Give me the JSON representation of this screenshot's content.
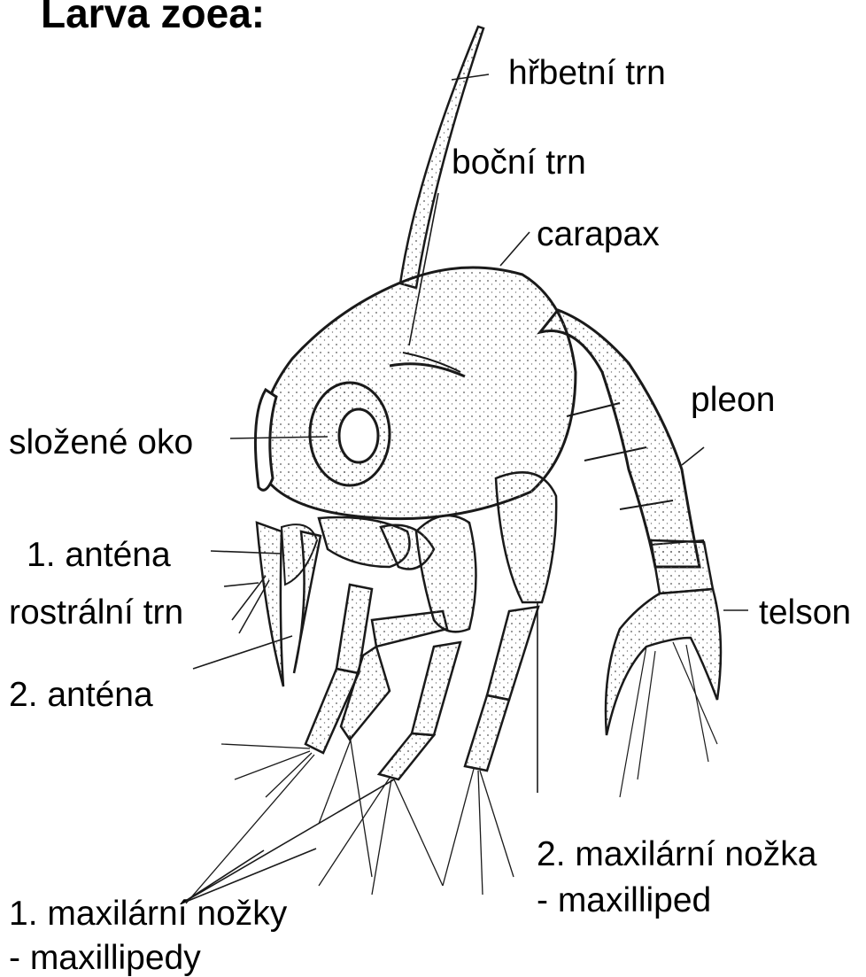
{
  "title": "Larva zoea:",
  "labels": {
    "dorsal_spine": "hřbetní trn",
    "lateral_spine": "boční trn",
    "carapace": "carapax",
    "pleon": "pleon",
    "compound_eye": "složené oko",
    "antenna1": "1. anténa",
    "rostral_spine": "rostrální trn",
    "antenna2": "2. anténa",
    "telson": "telson",
    "maxilliped2_line1": "2. maxilární nožka",
    "maxilliped2_line2": "- maxilliped",
    "maxillipeds1_line1": "1. maxilární nožky",
    "maxillipeds1_line2": "- maxillipedy"
  },
  "colors": {
    "ink": "#1a1a1a",
    "background": "#ffffff",
    "stipple": "#555555"
  }
}
